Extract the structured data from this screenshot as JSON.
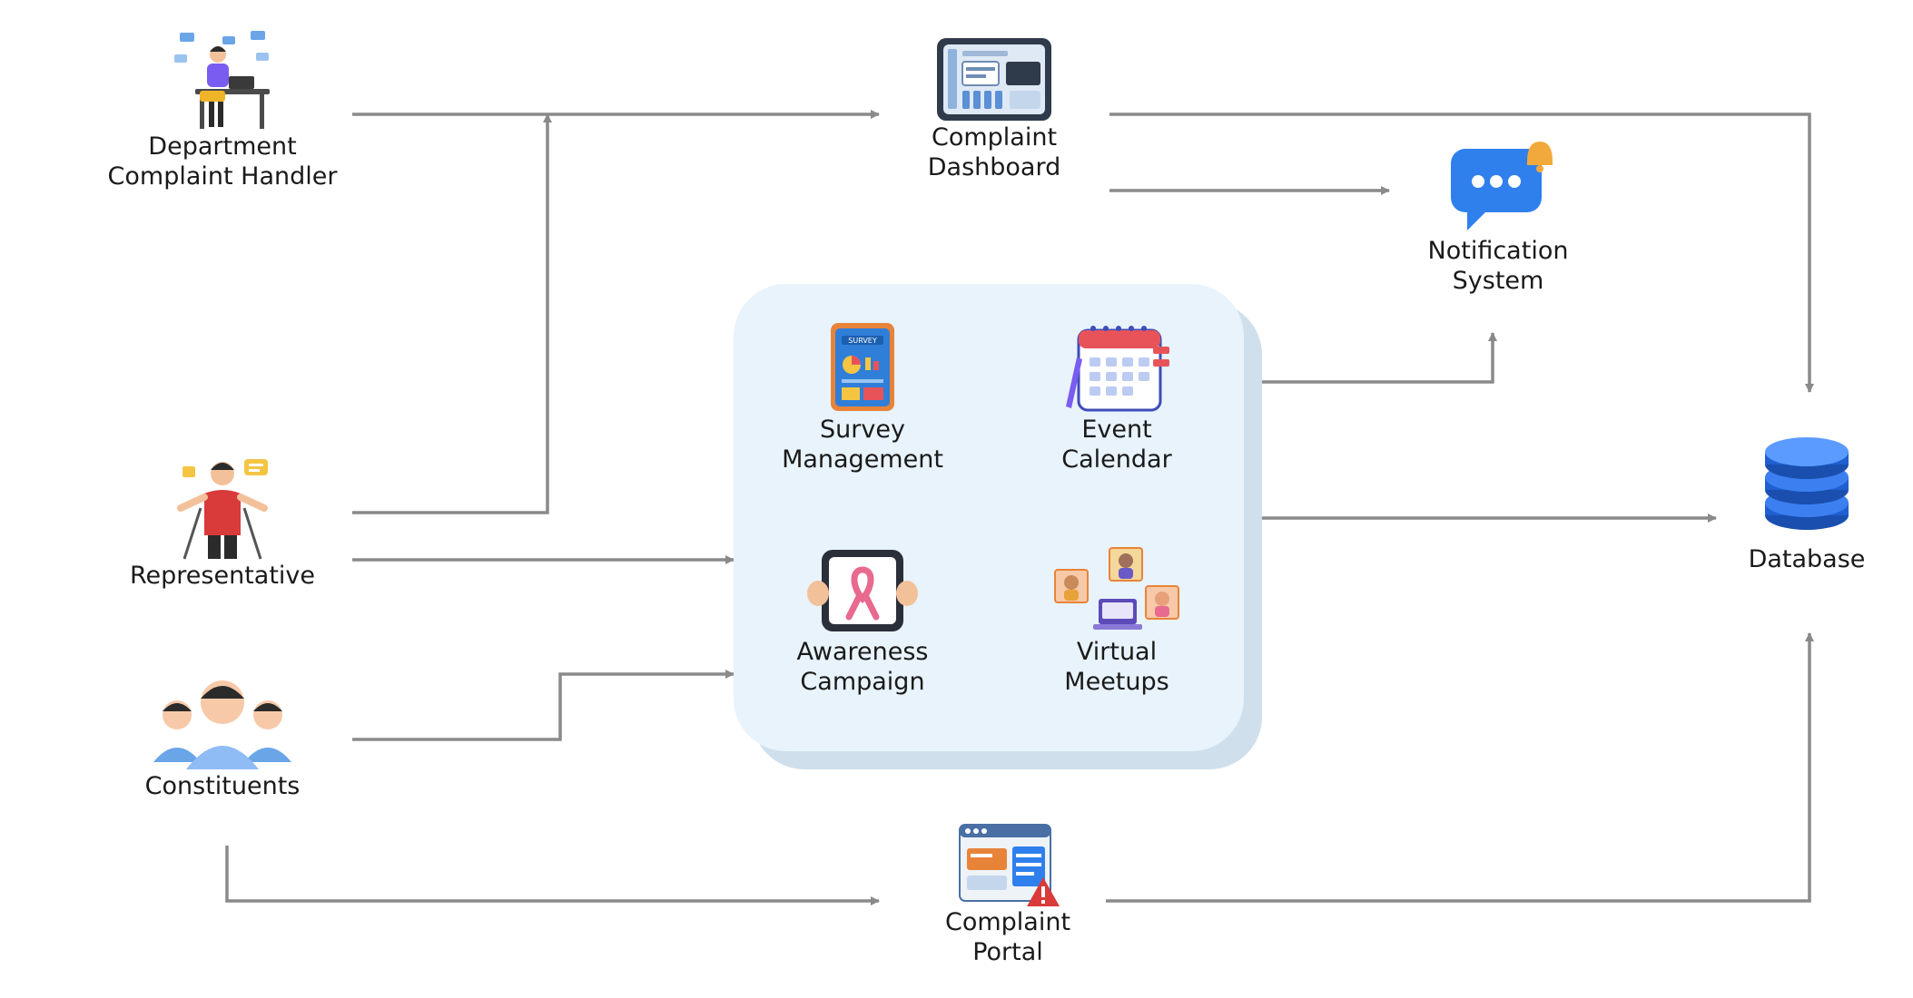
{
  "nodes": {
    "department_complaint_handler": {
      "label": "Department\nComplaint Handler",
      "icon": "desk-worker-icon"
    },
    "complaint_dashboard": {
      "label": "Complaint\nDashboard",
      "icon": "dashboard-icon"
    },
    "notification_system": {
      "label": "Notification\nSystem",
      "icon": "chat-bell-icon"
    },
    "survey_management": {
      "label": "Survey\nManagement",
      "icon": "survey-clipboard-icon"
    },
    "event_calendar": {
      "label": "Event\nCalendar",
      "icon": "calendar-icon"
    },
    "awareness_campaign": {
      "label": "Awareness\nCampaign",
      "icon": "ribbon-tablet-icon"
    },
    "virtual_meetups": {
      "label": "Virtual\nMeetups",
      "icon": "video-meeting-icon"
    },
    "database": {
      "label": "Database",
      "icon": "database-icon"
    },
    "representative": {
      "label": "Representative",
      "icon": "speaker-icon"
    },
    "constituents": {
      "label": "Constituents",
      "icon": "people-group-icon"
    },
    "complaint_portal": {
      "label": "Complaint\nPortal",
      "icon": "web-portal-alert-icon"
    }
  },
  "edges": [
    {
      "from": "department_complaint_handler",
      "to": "complaint_dashboard"
    },
    {
      "from": "representative",
      "to": "complaint_dashboard"
    },
    {
      "from": "complaint_dashboard",
      "to": "notification_system"
    },
    {
      "from": "complaint_dashboard",
      "to": "database"
    },
    {
      "from": "representative",
      "to": "engagement_group"
    },
    {
      "from": "constituents",
      "to": "engagement_group"
    },
    {
      "from": "event_calendar",
      "to": "notification_system"
    },
    {
      "from": "engagement_group",
      "to": "database"
    },
    {
      "from": "constituents",
      "to": "complaint_portal"
    },
    {
      "from": "complaint_portal",
      "to": "database"
    }
  ],
  "colors": {
    "connector": "#8a8a8a",
    "panel": "#e8f3fc",
    "panel_shadow": "#cfe0ec",
    "accent_blue": "#2f80ed",
    "accent_red": "#d93a3a"
  }
}
